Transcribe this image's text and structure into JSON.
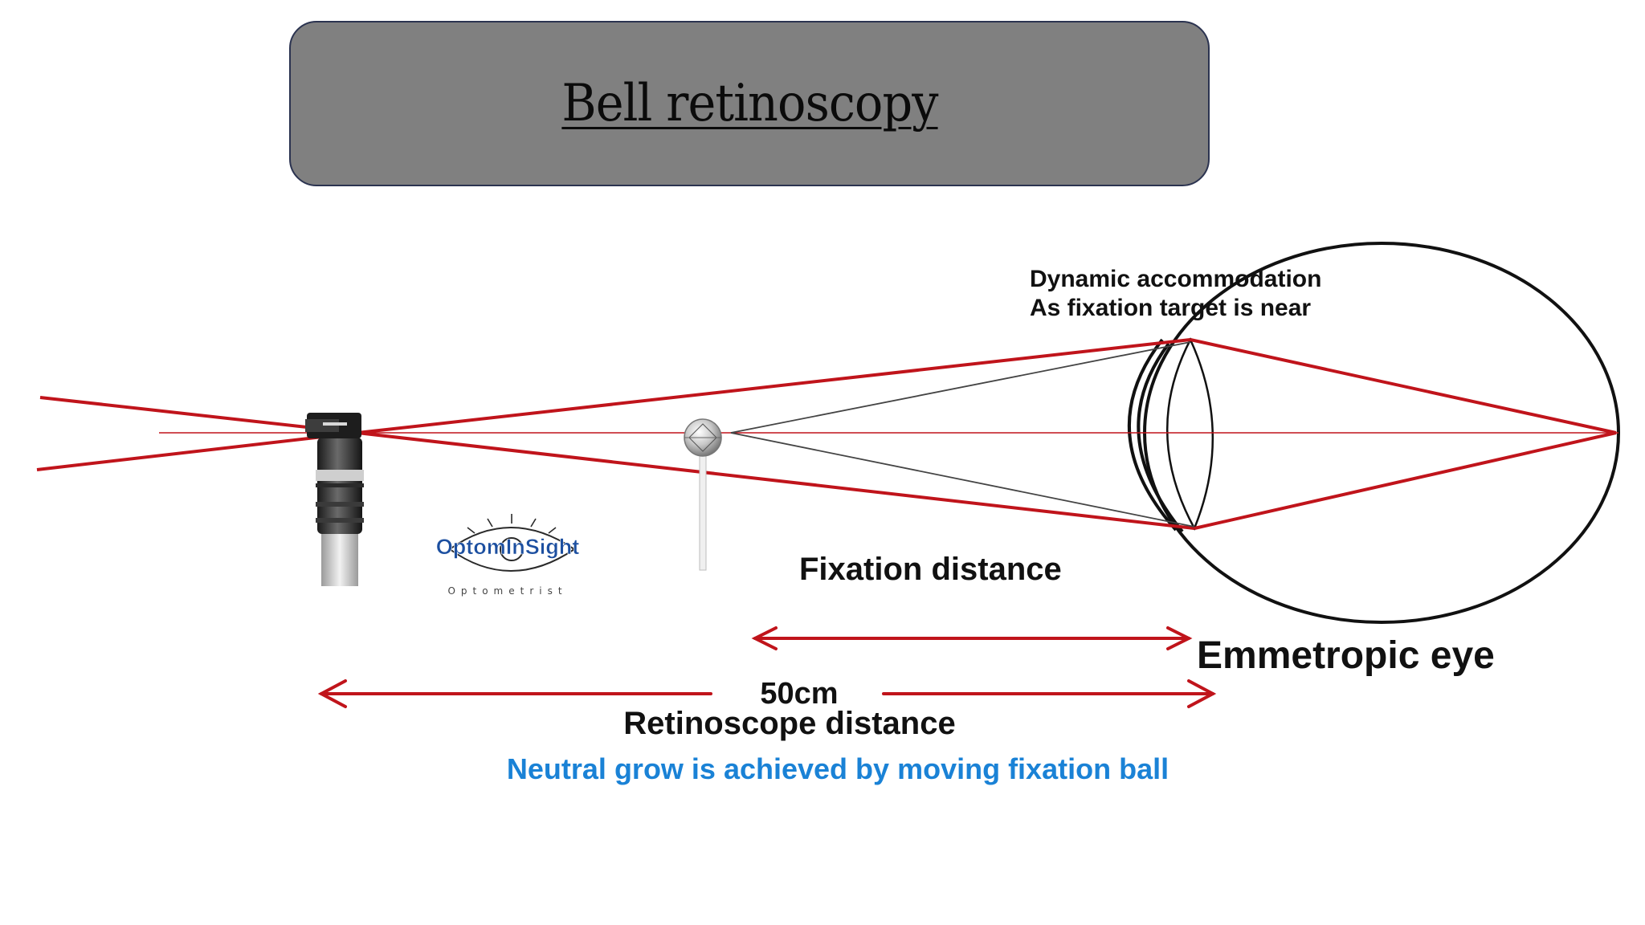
{
  "title": "Bell retinoscopy",
  "labels": {
    "accommodation_line1": "Dynamic accommodation",
    "accommodation_line2": "As fixation target is near",
    "fixation_distance": "Fixation distance",
    "emmetropic_eye": "Emmetropic eye",
    "distance_value": "50cm",
    "retinoscope_distance": "Retinoscope distance",
    "note": "Neutral grow is achieved by moving fixation ball"
  },
  "logo": {
    "name": "OptomInSight",
    "subtitle": "Optometrist"
  },
  "colors": {
    "ray": "#c0141b",
    "note": "#1a82d6",
    "logo": "#1c4fa0",
    "title_box": "#808080"
  }
}
